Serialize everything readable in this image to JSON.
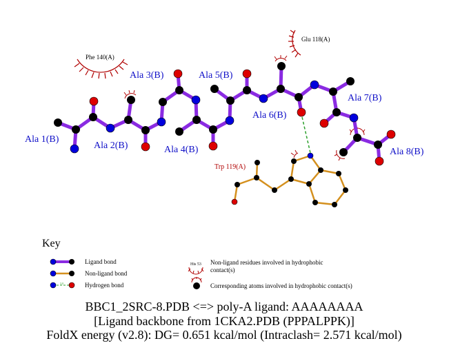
{
  "colors": {
    "ligand_bond": "#8a2be2",
    "nonligand_bond": "#d4901e",
    "hbond": "#2ca02c",
    "carbon": "#000000",
    "nitrogen": "#0000dd",
    "oxygen": "#dd0000",
    "ligand_label": "#1010c8",
    "contact": "#b00000"
  },
  "ligand_residues": [
    "Ala 1(B)",
    "Ala 2(B)",
    "Ala 3(B)",
    "Ala 4(B)",
    "Ala 5(B)",
    "Ala 6(B)",
    "Ala 7(B)",
    "Ala 8(B)"
  ],
  "nonligand_residues": {
    "trp": "Trp 119(A)"
  },
  "hydrophobic_residues": {
    "phe": "Phe 140(A)",
    "glu": "Glu 118(A)"
  },
  "key": {
    "title": "Key",
    "ligand_bond": "Ligand bond",
    "nonligand_bond": "Non-ligand bond",
    "hydrogen_bond": "Hydrogen bond",
    "hbond_sample_distance": "3.0",
    "sample_residue": "His 53",
    "nonligand_hydrophobic_line1": "Non-ligand residues involved in hydrophobic",
    "nonligand_hydrophobic_line2": "contact(s)",
    "corresponding_atoms": "Corresponding atoms involved in hydrophobic contact(s)"
  },
  "caption": {
    "line1": "BBC1_2SRC-8.PDB <=> poly-A ligand: AAAAAAAA",
    "line2": "[Ligand backbone from 1CKA2.PDB (PPPALPPK)]",
    "line3": "FoldX energy (v2.8): DG= 0.651 kcal/mol (Intraclash= 2.571 kcal/mol)"
  }
}
